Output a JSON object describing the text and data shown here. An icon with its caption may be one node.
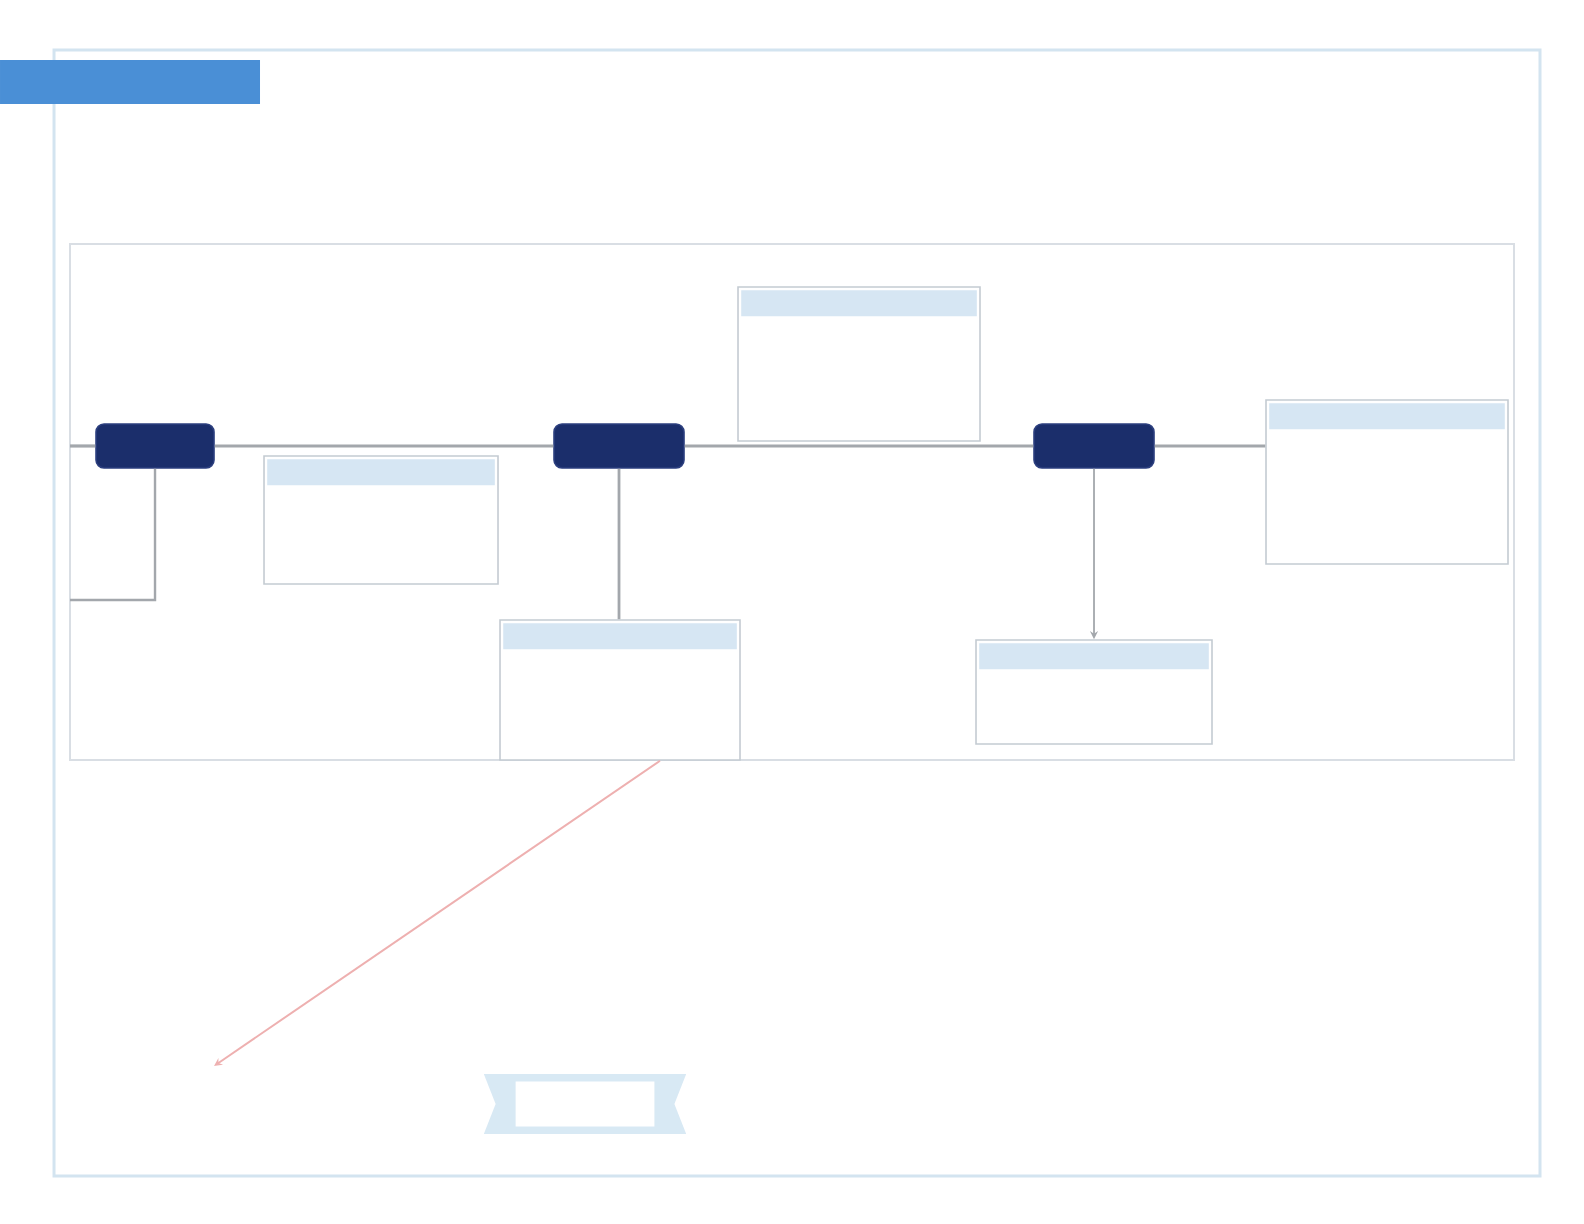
{
  "diagram": {
    "nodes": [
      {
        "text": [],
        "shape": "bar"
      },
      {
        "text": [],
        "shape": "box"
      },
      {
        "text": [],
        "shape": "box",
        "in": 1
      },
      {
        "text": [],
        "shape": "table",
        "in": 1
      },
      {
        "text": [],
        "shape": "table",
        "in": 1
      },
      {
        "text": [],
        "shape": "box",
        "in": 1
      },
      {
        "text": [],
        "shape": "table",
        "in": 1
      },
      {
        "text": [],
        "shape": "box",
        "in": 1
      },
      {
        "text": [],
        "shape": "table",
        "in": 1
      },
      {
        "text": [],
        "shape": "table",
        "in": 1
      },
      {
        "text": [],
        "shape": "box"
      }
    ],
    "edges": [
      {
        "from": null,
        "to": 2,
        "arrow": "none"
      },
      {
        "from": 2,
        "to": 5,
        "arrow": "none"
      },
      {
        "from": 5,
        "to": 7,
        "arrow": "none"
      },
      {
        "from": 7,
        "to": 9,
        "arrow": "none"
      },
      {
        "from": 5,
        "to": 6,
        "arrow": "none"
      },
      {
        "from": 7,
        "to": 8,
        "arrow": "to"
      },
      {
        "from": 2,
        "to": null,
        "arrow": "none"
      },
      {
        "from": 6,
        "to": null,
        "arrow": "to",
        "color": "#eeb0b0"
      }
    ]
  }
}
